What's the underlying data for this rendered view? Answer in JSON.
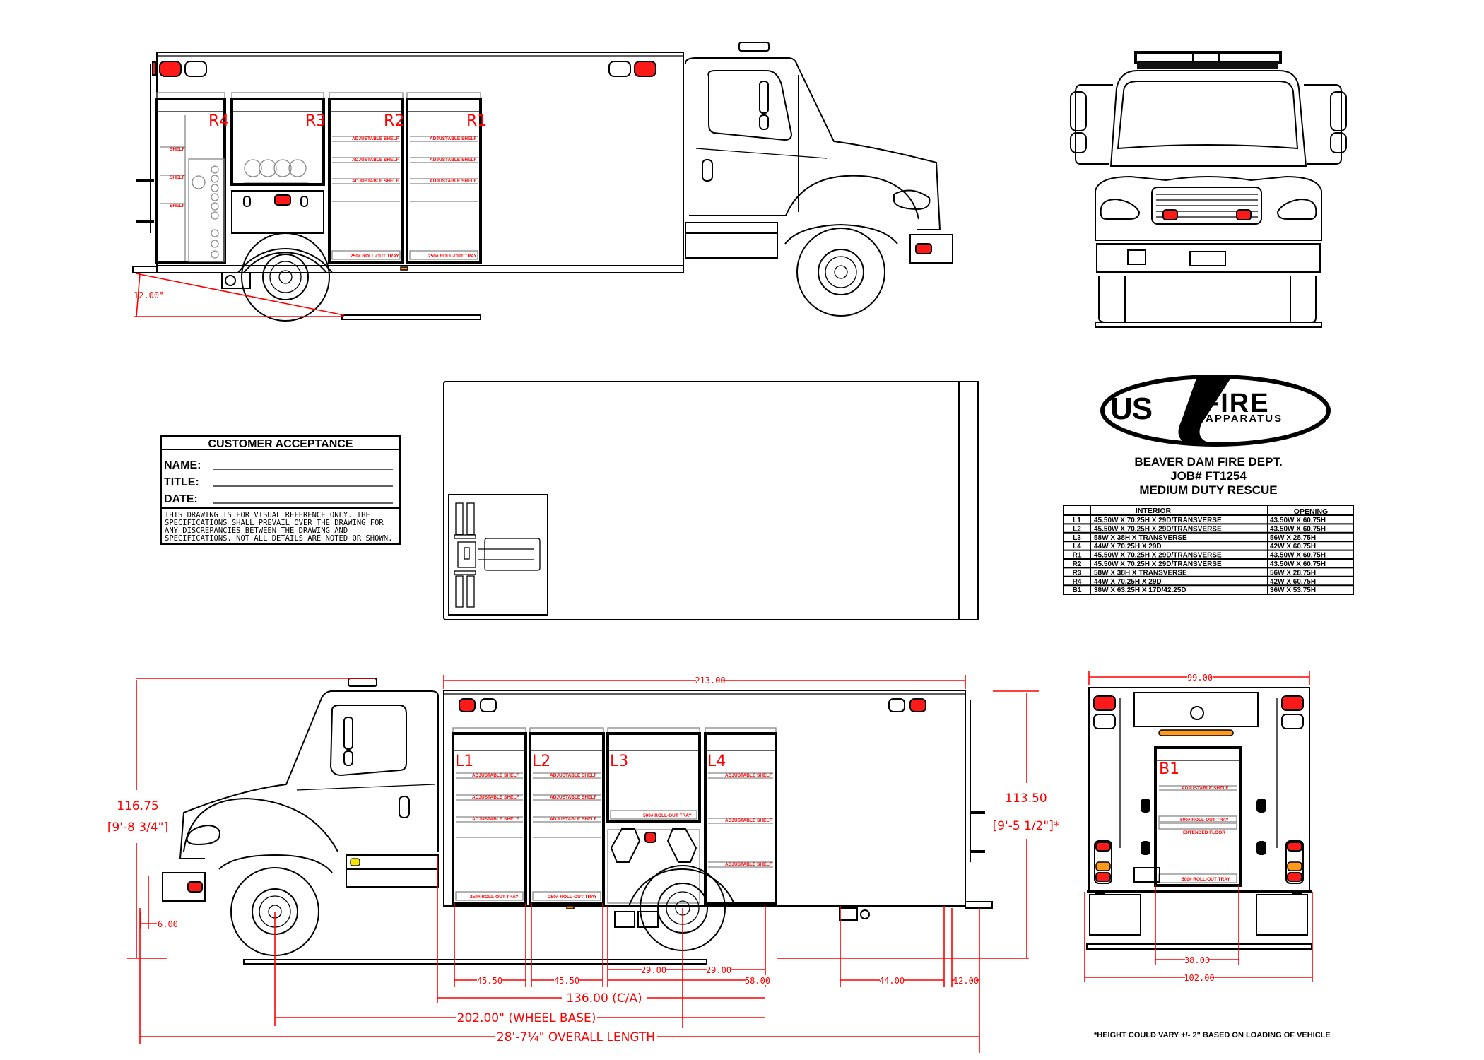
{
  "title_block": {
    "logo": {
      "us": "US",
      "fire": "FIRE",
      "apparatus": "APPARATUS"
    },
    "customer": "BEAVER DAM FIRE DEPT.",
    "job": "JOB# FT1254",
    "description": "MEDIUM DUTY RESCUE"
  },
  "compartment_table": {
    "headers": [
      "",
      "INTERIOR",
      "OPENING"
    ],
    "rows": [
      {
        "id": "L1",
        "interior": "45.50W X 70.25H X 29D/TRANSVERSE",
        "opening": "43.50W X 60.75H"
      },
      {
        "id": "L2",
        "interior": "45.50W X 70.25H X 29D/TRANSVERSE",
        "opening": "43.50W X 60.75H"
      },
      {
        "id": "L3",
        "interior": "58W X 38H X TRANSVERSE",
        "opening": "56W X 28.75H"
      },
      {
        "id": "L4",
        "interior": "44W X 70.25H X 29D",
        "opening": "42W X 60.75H"
      },
      {
        "id": "R1",
        "interior": "45.50W X 70.25H X 29D/TRANSVERSE",
        "opening": "43.50W X 60.75H"
      },
      {
        "id": "R2",
        "interior": "45.50W X 70.25H X 29D/TRANSVERSE",
        "opening": "43.50W X 60.75H"
      },
      {
        "id": "R3",
        "interior": "58W X 38H X TRANSVERSE",
        "opening": "56W X 28.75H"
      },
      {
        "id": "R4",
        "interior": "44W X 70.25H X 29D",
        "opening": "42W X 60.75H"
      },
      {
        "id": "B1",
        "interior": "38W X 63.25H X 17D/42.25D",
        "opening": "36W X 53.75H"
      }
    ]
  },
  "customer_acceptance": {
    "title": "CUSTOMER ACCEPTANCE",
    "fields": [
      "NAME:",
      "TITLE:",
      "DATE:"
    ],
    "disclaimer": [
      "THIS DRAWING IS FOR VISUAL REFERENCE ONLY. THE",
      "SPECIFICATIONS SHALL PREVAIL OVER THE DRAWING FOR",
      "ANY DISCREPANCIES BETWEEN THE DRAWING AND",
      "SPECIFICATIONS. NOT ALL DETAILS ARE NOTED OR SHOWN."
    ]
  },
  "right_side_view": {
    "compartments": [
      "R4",
      "R3",
      "R2",
      "R1"
    ],
    "shelf_label": "SHELF",
    "adjustable_shelf_label": "ADJUSTABLE SHELF",
    "tray_label": "250# ROLL-OUT TRAY",
    "angle_dim": "12.00°"
  },
  "left_side_view": {
    "compartments": [
      "L1",
      "L2",
      "L3",
      "L4"
    ],
    "adjustable_shelf_label": "ADJUSTABLE SHELF",
    "tray_label_250": "250# ROLL-OUT TRAY",
    "tray_label_500": "500# ROLL-OUT TRAY",
    "dims": {
      "body_length": "213.00",
      "overall_height": "116.75",
      "overall_height_ft": "[9'-8 3/4\"]",
      "body_height": "113.50",
      "body_height_ft": "[9'-5 1/2\"]*",
      "bumper": "6.00",
      "l1_width": "45.50",
      "l2_width": "45.50",
      "wheel_half_front": "29.00",
      "wheel_half_rear": "29.00",
      "wheel_well": "58.00",
      "l4_width": "44.00",
      "rear_step": "12.00",
      "cab_to_axle": "136.00 (C/A)",
      "wheel_base": "202.00\" (WHEEL BASE)",
      "overall_length": "28'-7¼\" OVERALL LENGTH"
    }
  },
  "rear_view": {
    "compartment": "B1",
    "adjustable_shelf_label": "ADJUSTABLE SHELF",
    "tray_label_600": "600# ROLL-OUT TRAY",
    "extended_floor_label": "EXTENDED FLOOR",
    "tray_label_500": "500# ROLL-OUT TRAY",
    "dims": {
      "body_width": "99.00",
      "door_width": "38.00",
      "overall_width": "102.00"
    }
  },
  "footnote": "*HEIGHT COULD VARY +/- 2\" BASED ON LOADING OF VEHICLE",
  "colors": {
    "dimension": "#ff0000",
    "light_red": "#ff1a1a",
    "amber": "#ff9a1a",
    "yellow": "#f5e400"
  }
}
